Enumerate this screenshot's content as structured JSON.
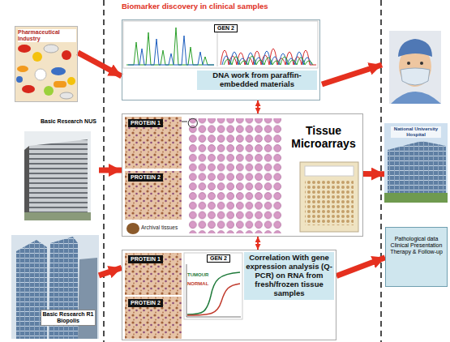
{
  "diagram": {
    "title": "Biomarker discovery in clinical samples",
    "nodes": [
      {
        "text": [
          "Pharmaceutical Industry"
        ]
      },
      {
        "text": [
          "DNA work from paraffin-embedded materials"
        ]
      },
      {
        "text": [
          "GEN 2"
        ],
        "in": 1
      },
      {
        "text": [
          "Basic Research NUS"
        ]
      },
      {
        "text": [
          "Tissue Microarrays"
        ]
      },
      {
        "text": [
          "PROTEIN 1"
        ],
        "in": 4
      },
      {
        "text": [
          "PROTEIN 2"
        ],
        "in": 4
      },
      {
        "text": [
          "Archival tissues"
        ],
        "in": 4
      },
      {
        "text": [
          "National University Hospital"
        ]
      },
      {
        "text": [
          "Basic Research R1 Biopolis"
        ]
      },
      {
        "text": [
          "Correlation With gene expression analysis (Q-PCR) on RNA from fresh/frozen tissue samples"
        ]
      },
      {
        "text": [
          "PROTEIN 1"
        ],
        "in": 10
      },
      {
        "text": [
          "PROTEIN 2"
        ],
        "in": 10
      },
      {
        "text": [
          "GEN 2",
          "TUMOUR",
          "NORMAL"
        ],
        "in": 10
      },
      {
        "text": [
          "Pathological data Clinical Presentation Therapy & Follow-up"
        ]
      }
    ],
    "edges": [
      {
        "from": 0,
        "to": 1,
        "arrow": "to"
      },
      {
        "from": 3,
        "to": 4,
        "arrow": "to"
      },
      {
        "from": 9,
        "to": 10,
        "arrow": "to"
      },
      {
        "from": 1,
        "to": 4,
        "arrow": "both"
      },
      {
        "from": 4,
        "to": 10,
        "arrow": "both"
      },
      {
        "from": 4,
        "to": 8,
        "arrow": "to"
      },
      {
        "from": 10,
        "to": 14,
        "arrow": "to"
      }
    ]
  }
}
